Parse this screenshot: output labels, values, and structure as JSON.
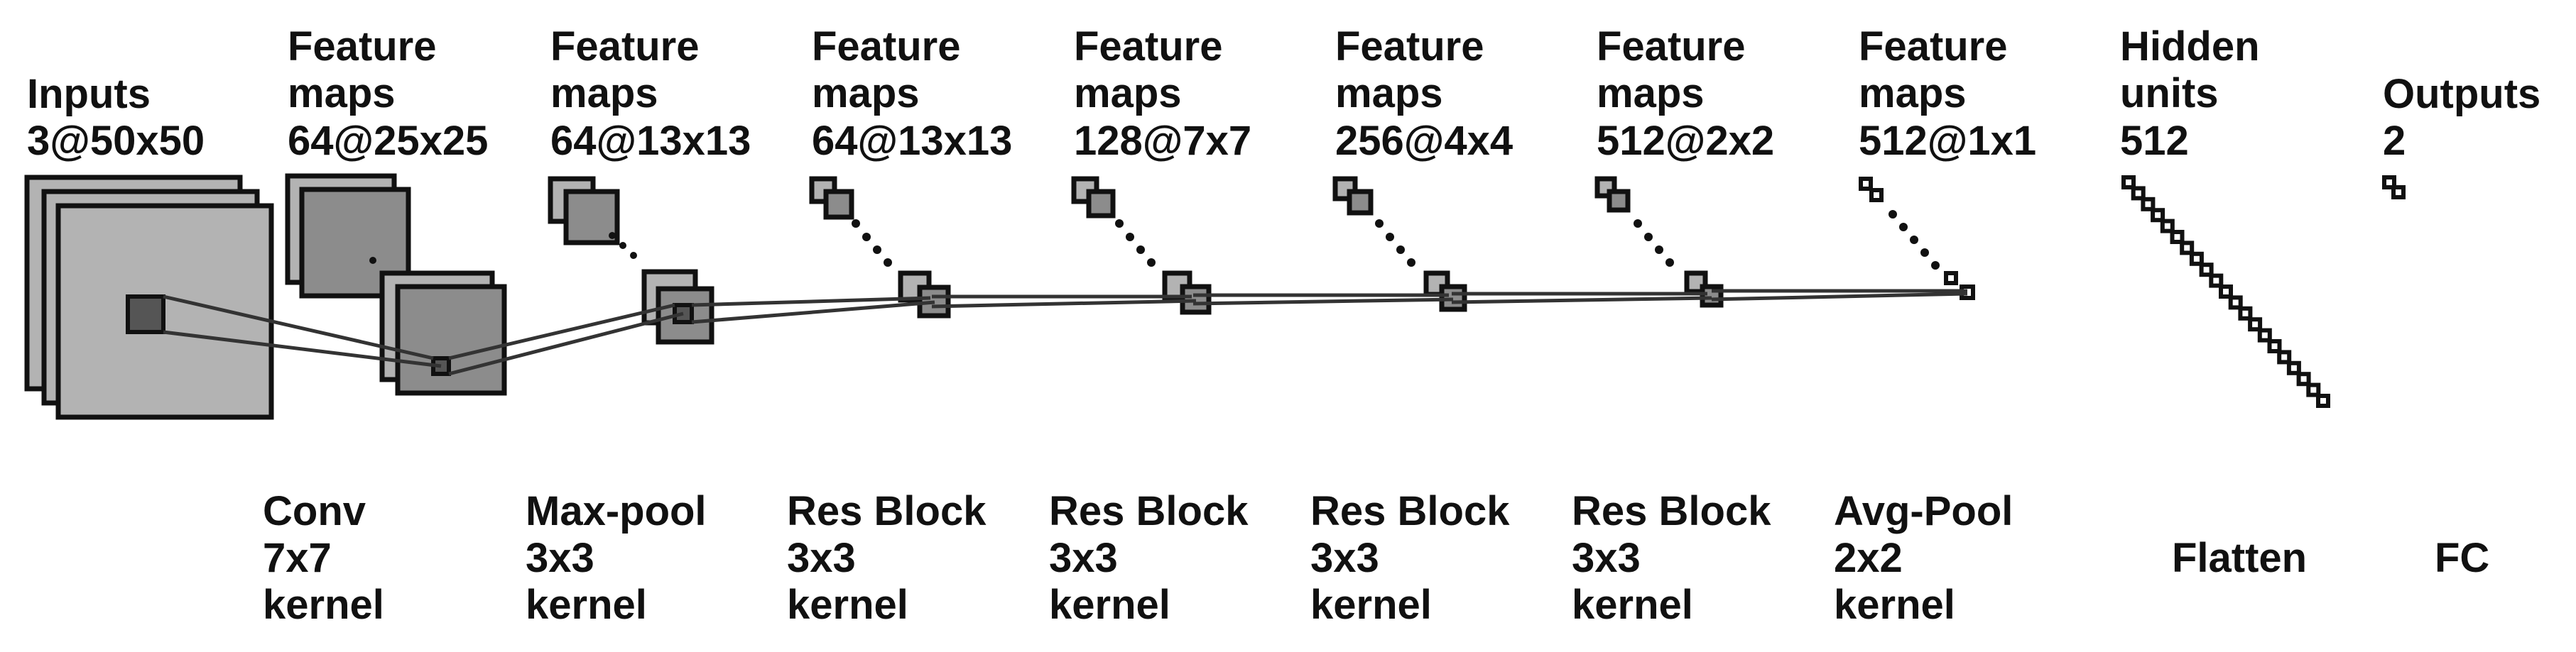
{
  "colors": {
    "light_fill": "#b3b3b3",
    "mid_fill": "#8c8c8c",
    "patch_fill": "#555555",
    "outline": "#111111"
  },
  "layers": [
    {
      "id": "inputs",
      "title1": "Inputs",
      "title2": "3@50x50"
    },
    {
      "id": "fm1",
      "title1": "Feature",
      "title2": "maps",
      "title3": "64@25x25"
    },
    {
      "id": "fm2",
      "title1": "Feature",
      "title2": "maps",
      "title3": "64@13x13"
    },
    {
      "id": "fm3",
      "title1": "Feature",
      "title2": "maps",
      "title3": "64@13x13"
    },
    {
      "id": "fm4",
      "title1": "Feature",
      "title2": "maps",
      "title3": "128@7x7"
    },
    {
      "id": "fm5",
      "title1": "Feature",
      "title2": "maps",
      "title3": "256@4x4"
    },
    {
      "id": "fm6",
      "title1": "Feature",
      "title2": "maps",
      "title3": "512@2x2"
    },
    {
      "id": "fm7",
      "title1": "Feature",
      "title2": "maps",
      "title3": "512@1x1"
    },
    {
      "id": "hidden",
      "title1": "Hidden",
      "title2": "units",
      "title3": "512"
    },
    {
      "id": "outputs",
      "title1": "Outputs",
      "title2": "2"
    }
  ],
  "operations": [
    {
      "id": "conv",
      "line1": "Conv",
      "line2": "7x7",
      "line3": "kernel"
    },
    {
      "id": "maxpool",
      "line1": "Max-pool",
      "line2": "3x3",
      "line3": "kernel"
    },
    {
      "id": "res1",
      "line1": "Res Block",
      "line2": "3x3",
      "line3": "kernel"
    },
    {
      "id": "res2",
      "line1": "Res Block",
      "line2": "3x3",
      "line3": "kernel"
    },
    {
      "id": "res3",
      "line1": "Res Block",
      "line2": "3x3",
      "line3": "kernel"
    },
    {
      "id": "res4",
      "line1": "Res Block",
      "line2": "3x3",
      "line3": "kernel"
    },
    {
      "id": "avgpool",
      "line1": "Avg-Pool",
      "line2": "2x2",
      "line3": "kernel"
    },
    {
      "id": "flatten",
      "line1": "Flatten"
    },
    {
      "id": "fc",
      "line1": "FC"
    }
  ]
}
